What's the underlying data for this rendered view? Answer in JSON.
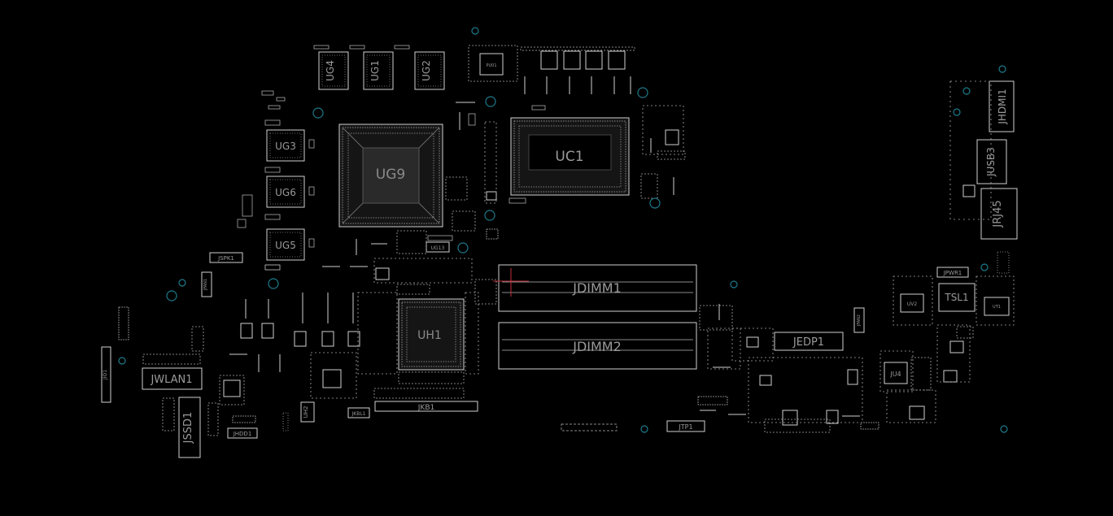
{
  "view": {
    "background": "#000000",
    "outline_color": "#cfcfcf",
    "label_color": "#9a9a9a",
    "mount_hole_color": "#1e7a8c",
    "cursor_color": "#c0303a"
  },
  "labels": {
    "ug4": "UG4",
    "ug1": "UG1",
    "ug2": "UG2",
    "ug3": "UG3",
    "ug6": "UG6",
    "ug5": "UG5",
    "ug9": "UG9",
    "ug13": "UG13",
    "uc1": "UC1",
    "uh1": "UH1",
    "pu01": "PU01",
    "jdimm1": "JDIMM1",
    "jdimm2": "JDIMM2",
    "jhdmi1": "JHDMI1",
    "jusb3": "JUSB3",
    "jrj45": "JRJ45",
    "jpwr1": "JPWR1",
    "tsl1": "TSL1",
    "jedp1": "JEDP1",
    "ju4": "JU4",
    "jtp1": "JTP1",
    "jkb1": "JKB1",
    "jkbl1": "JKBL1",
    "jspk1": "JSPK1",
    "jfan1": "JFAN1",
    "jwlan1": "JWLAN1",
    "jssd1": "JSSD1",
    "jhdd1": "JHDD1",
    "uh2": "UH2",
    "jio1": "JIO1",
    "jfan2": "JFAN2",
    "uv2": "UV2",
    "ut1": "UT1"
  }
}
